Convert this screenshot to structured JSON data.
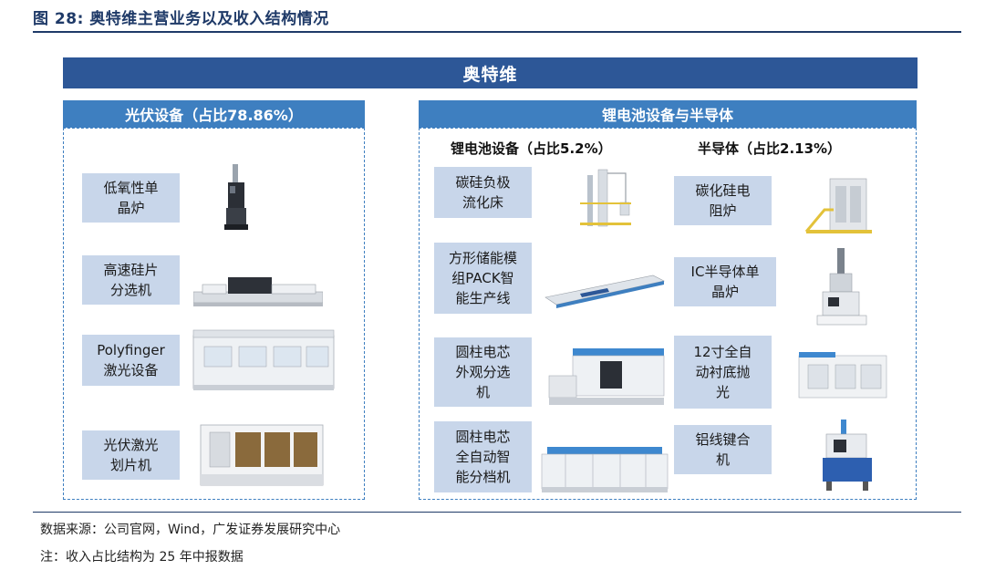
{
  "figure": {
    "title": "图 28:  奥特维主营业务以及收入结构情况",
    "source": "数据来源：公司官网，Wind，广发证券发展研究中心",
    "note": "注：收入占比结构为 25 年中报数据"
  },
  "company": "奥特维",
  "photovoltaic": {
    "heading": "光伏设备（占比78.86%）",
    "items": [
      {
        "label": "低氧性单\n晶炉",
        "icon": "tall-furnace-machine-icon"
      },
      {
        "label": "高速硅片\n分选机",
        "icon": "long-sorting-line-icon"
      },
      {
        "label": "Polyfinger\n激光设备",
        "icon": "laser-cabinet-icon"
      },
      {
        "label": "光伏激光\n划片机",
        "icon": "scribing-machine-icon"
      }
    ]
  },
  "battery_semi": {
    "heading": "锂电池设备与半导体",
    "battery": {
      "heading": "锂电池设备（占比5.2%）",
      "items": [
        {
          "label": "碳硅负极\n流化床",
          "icon": "fluidized-bed-icon"
        },
        {
          "label": "方形储能模\n组PACK智\n能生产线",
          "icon": "pack-line-icon"
        },
        {
          "label": "圆柱电芯\n外观分选\n机",
          "icon": "cell-inspection-machine-icon"
        },
        {
          "label": "圆柱电芯\n全自动智\n能分档机",
          "icon": "cell-grading-machine-icon"
        }
      ]
    },
    "semiconductor": {
      "heading": "半导体（占比2.13%）",
      "items": [
        {
          "label": "碳化硅电\n阻炉",
          "icon": "sic-furnace-icon"
        },
        {
          "label": "IC半导体单\n晶炉",
          "icon": "ic-crystal-furnace-icon"
        },
        {
          "label": "12寸全自\n动衬底抛\n光",
          "icon": "polishing-machine-icon"
        },
        {
          "label": "铝线键合\n机",
          "icon": "wire-bonder-icon"
        }
      ]
    }
  },
  "colors": {
    "navy": "#1f3a68",
    "banner": "#2d5797",
    "section": "#3e7fc0",
    "label_bg": "#c8d6ea"
  }
}
